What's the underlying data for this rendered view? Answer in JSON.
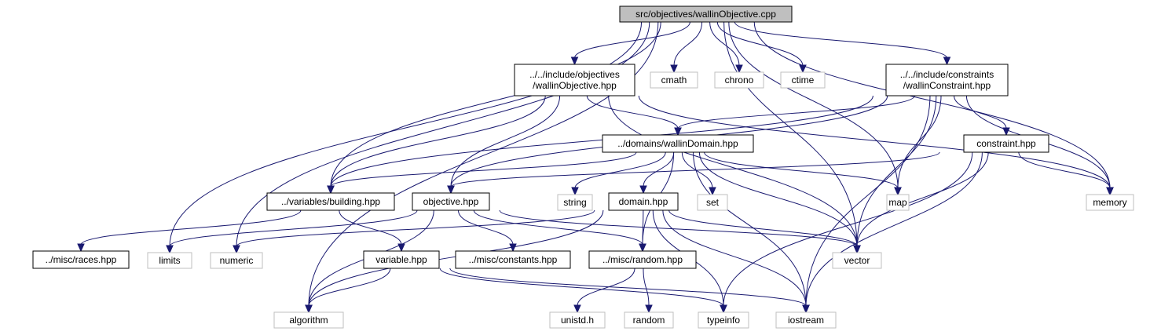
{
  "colors": {
    "edge": "#191970",
    "root_fill": "#bfbfbf",
    "project_stroke": "#000000",
    "system_stroke": "#bfbfbf"
  },
  "nodes": {
    "root": {
      "lines": [
        "src/objectives/wallinObjective.cpp"
      ],
      "kind": "root"
    },
    "inc_obj": {
      "lines": [
        "../../include/objectives",
        "/wallinObjective.hpp"
      ],
      "kind": "project"
    },
    "cmath": {
      "lines": [
        "cmath"
      ],
      "kind": "system"
    },
    "chrono": {
      "lines": [
        "chrono"
      ],
      "kind": "system"
    },
    "ctime": {
      "lines": [
        "ctime"
      ],
      "kind": "system"
    },
    "inc_con": {
      "lines": [
        "../../include/constraints",
        "/wallinConstraint.hpp"
      ],
      "kind": "project"
    },
    "wdomain": {
      "lines": [
        "../domains/wallinDomain.hpp"
      ],
      "kind": "project"
    },
    "constraint": {
      "lines": [
        "constraint.hpp"
      ],
      "kind": "project"
    },
    "building": {
      "lines": [
        "../variables/building.hpp"
      ],
      "kind": "project"
    },
    "objective": {
      "lines": [
        "objective.hpp"
      ],
      "kind": "project"
    },
    "string": {
      "lines": [
        "string"
      ],
      "kind": "system"
    },
    "domain": {
      "lines": [
        "domain.hpp"
      ],
      "kind": "project"
    },
    "set": {
      "lines": [
        "set"
      ],
      "kind": "system"
    },
    "map": {
      "lines": [
        "map"
      ],
      "kind": "system"
    },
    "memory": {
      "lines": [
        "memory"
      ],
      "kind": "system"
    },
    "races": {
      "lines": [
        "../misc/races.hpp"
      ],
      "kind": "project"
    },
    "limits": {
      "lines": [
        "limits"
      ],
      "kind": "system"
    },
    "numeric": {
      "lines": [
        "numeric"
      ],
      "kind": "system"
    },
    "variable": {
      "lines": [
        "variable.hpp"
      ],
      "kind": "project"
    },
    "constants": {
      "lines": [
        "../misc/constants.hpp"
      ],
      "kind": "project"
    },
    "random_hpp": {
      "lines": [
        "../misc/random.hpp"
      ],
      "kind": "project"
    },
    "vector": {
      "lines": [
        "vector"
      ],
      "kind": "system"
    },
    "algorithm": {
      "lines": [
        "algorithm"
      ],
      "kind": "system"
    },
    "unistd": {
      "lines": [
        "unistd.h"
      ],
      "kind": "system"
    },
    "random": {
      "lines": [
        "random"
      ],
      "kind": "system"
    },
    "typeinfo": {
      "lines": [
        "typeinfo"
      ],
      "kind": "system"
    },
    "iostream": {
      "lines": [
        "iostream"
      ],
      "kind": "system"
    }
  },
  "edges": [
    [
      "root",
      "inc_obj"
    ],
    [
      "root",
      "cmath"
    ],
    [
      "root",
      "chrono"
    ],
    [
      "root",
      "ctime"
    ],
    [
      "root",
      "inc_con"
    ],
    [
      "root",
      "map"
    ],
    [
      "root",
      "memory"
    ],
    [
      "root",
      "vector"
    ],
    [
      "root",
      "building"
    ],
    [
      "root",
      "limits"
    ],
    [
      "root",
      "numeric"
    ],
    [
      "root",
      "algorithm"
    ],
    [
      "inc_obj",
      "wdomain"
    ],
    [
      "inc_obj",
      "objective"
    ],
    [
      "inc_obj",
      "building"
    ],
    [
      "inc_obj",
      "vector"
    ],
    [
      "inc_obj",
      "memory"
    ],
    [
      "inc_con",
      "wdomain"
    ],
    [
      "inc_con",
      "constraint"
    ],
    [
      "inc_con",
      "building"
    ],
    [
      "inc_con",
      "objective"
    ],
    [
      "inc_con",
      "map"
    ],
    [
      "inc_con",
      "vector"
    ],
    [
      "inc_con",
      "memory"
    ],
    [
      "inc_con",
      "iostream"
    ],
    [
      "wdomain",
      "building"
    ],
    [
      "wdomain",
      "string"
    ],
    [
      "wdomain",
      "domain"
    ],
    [
      "wdomain",
      "set"
    ],
    [
      "wdomain",
      "map"
    ],
    [
      "wdomain",
      "vector"
    ],
    [
      "wdomain",
      "iostream"
    ],
    [
      "wdomain",
      "random_hpp"
    ],
    [
      "constraint",
      "objective"
    ],
    [
      "constraint",
      "memory"
    ],
    [
      "constraint",
      "vector"
    ],
    [
      "constraint",
      "typeinfo"
    ],
    [
      "constraint",
      "iostream"
    ],
    [
      "building",
      "races"
    ],
    [
      "building",
      "variable"
    ],
    [
      "objective",
      "limits"
    ],
    [
      "objective",
      "constants"
    ],
    [
      "objective",
      "random_hpp"
    ],
    [
      "objective",
      "vector"
    ],
    [
      "objective",
      "algorithm"
    ],
    [
      "domain",
      "numeric"
    ],
    [
      "domain",
      "random_hpp"
    ],
    [
      "domain",
      "vector"
    ],
    [
      "domain",
      "typeinfo"
    ],
    [
      "domain",
      "iostream"
    ],
    [
      "domain",
      "algorithm"
    ],
    [
      "variable",
      "algorithm"
    ],
    [
      "variable",
      "typeinfo"
    ],
    [
      "variable",
      "iostream"
    ],
    [
      "random_hpp",
      "unistd"
    ],
    [
      "random_hpp",
      "random"
    ]
  ]
}
